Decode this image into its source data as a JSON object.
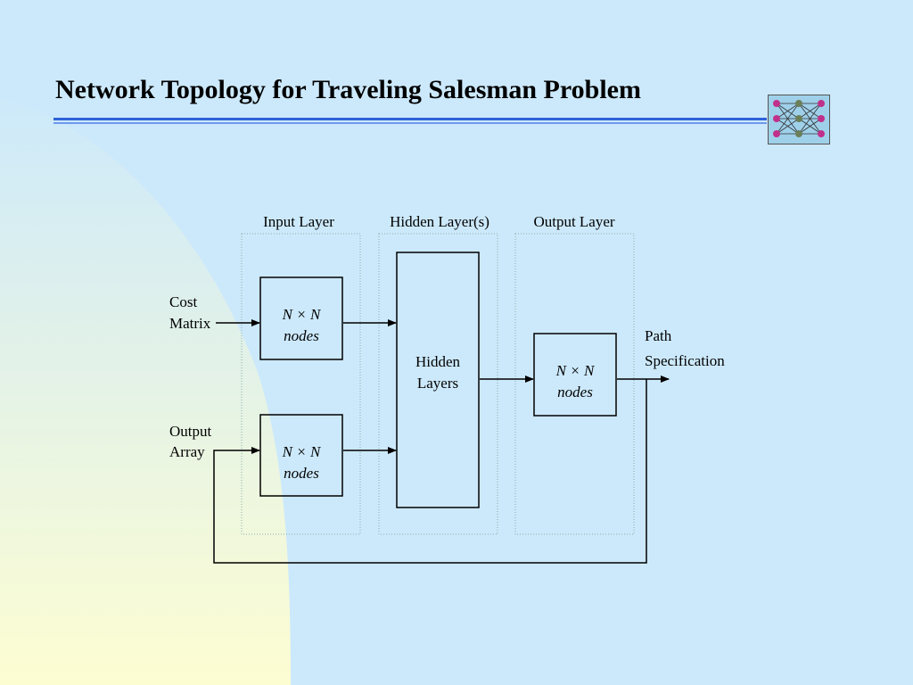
{
  "slide": {
    "title": "Network Topology for Traveling Salesman Problem"
  },
  "logo": {
    "icon": "neural-network-icon"
  },
  "diagram": {
    "layer_labels": {
      "input": "Input Layer",
      "hidden": "Hidden Layer(s)",
      "output": "Output Layer"
    },
    "inputs": {
      "cost_line1": "Cost",
      "cost_line2": "Matrix",
      "output_line1": "Output",
      "output_line2": "Array"
    },
    "nodes": {
      "input_top_line1": "N × N",
      "input_top_line2": "nodes",
      "input_bottom_line1": "N × N",
      "input_bottom_line2": "nodes",
      "hidden_line1": "Hidden",
      "hidden_line2": "Layers",
      "output_line1": "N × N",
      "output_line2": "nodes"
    },
    "result": {
      "line1": "Path",
      "line2": "Specification"
    }
  }
}
